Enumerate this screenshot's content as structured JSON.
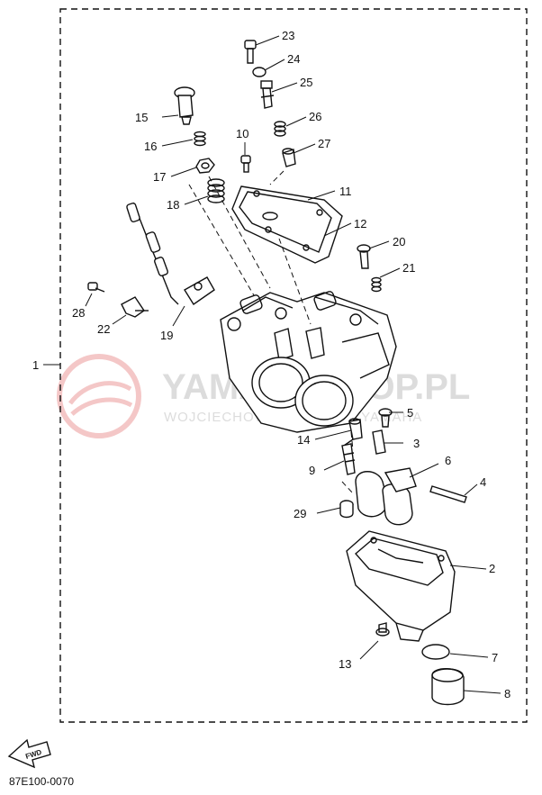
{
  "diagram_code": "87E100-0070",
  "fwd_label": "FWD",
  "watermark": {
    "title": "YAMAHASHOP.PL",
    "subtitle": "WOJCIECHOWICZ DEALER YAMAHA"
  },
  "callouts": [
    {
      "id": "c1",
      "text": "1"
    },
    {
      "id": "c2",
      "text": "2"
    },
    {
      "id": "c3",
      "text": "3"
    },
    {
      "id": "c4",
      "text": "4"
    },
    {
      "id": "c5",
      "text": "5"
    },
    {
      "id": "c6",
      "text": "6"
    },
    {
      "id": "c7",
      "text": "7"
    },
    {
      "id": "c8",
      "text": "8"
    },
    {
      "id": "c9",
      "text": "9"
    },
    {
      "id": "c10",
      "text": "10"
    },
    {
      "id": "c11",
      "text": "11"
    },
    {
      "id": "c12",
      "text": "12"
    },
    {
      "id": "c13",
      "text": "13"
    },
    {
      "id": "c14",
      "text": "14"
    },
    {
      "id": "c15",
      "text": "15"
    },
    {
      "id": "c16",
      "text": "16"
    },
    {
      "id": "c17",
      "text": "17"
    },
    {
      "id": "c18",
      "text": "18"
    },
    {
      "id": "c19",
      "text": "19"
    },
    {
      "id": "c20",
      "text": "20"
    },
    {
      "id": "c21",
      "text": "21"
    },
    {
      "id": "c22",
      "text": "22"
    },
    {
      "id": "c23",
      "text": "23"
    },
    {
      "id": "c24",
      "text": "24"
    },
    {
      "id": "c25",
      "text": "25"
    },
    {
      "id": "c26",
      "text": "26"
    },
    {
      "id": "c27",
      "text": "27"
    },
    {
      "id": "c28",
      "text": "28"
    },
    {
      "id": "c29",
      "text": "29"
    }
  ]
}
